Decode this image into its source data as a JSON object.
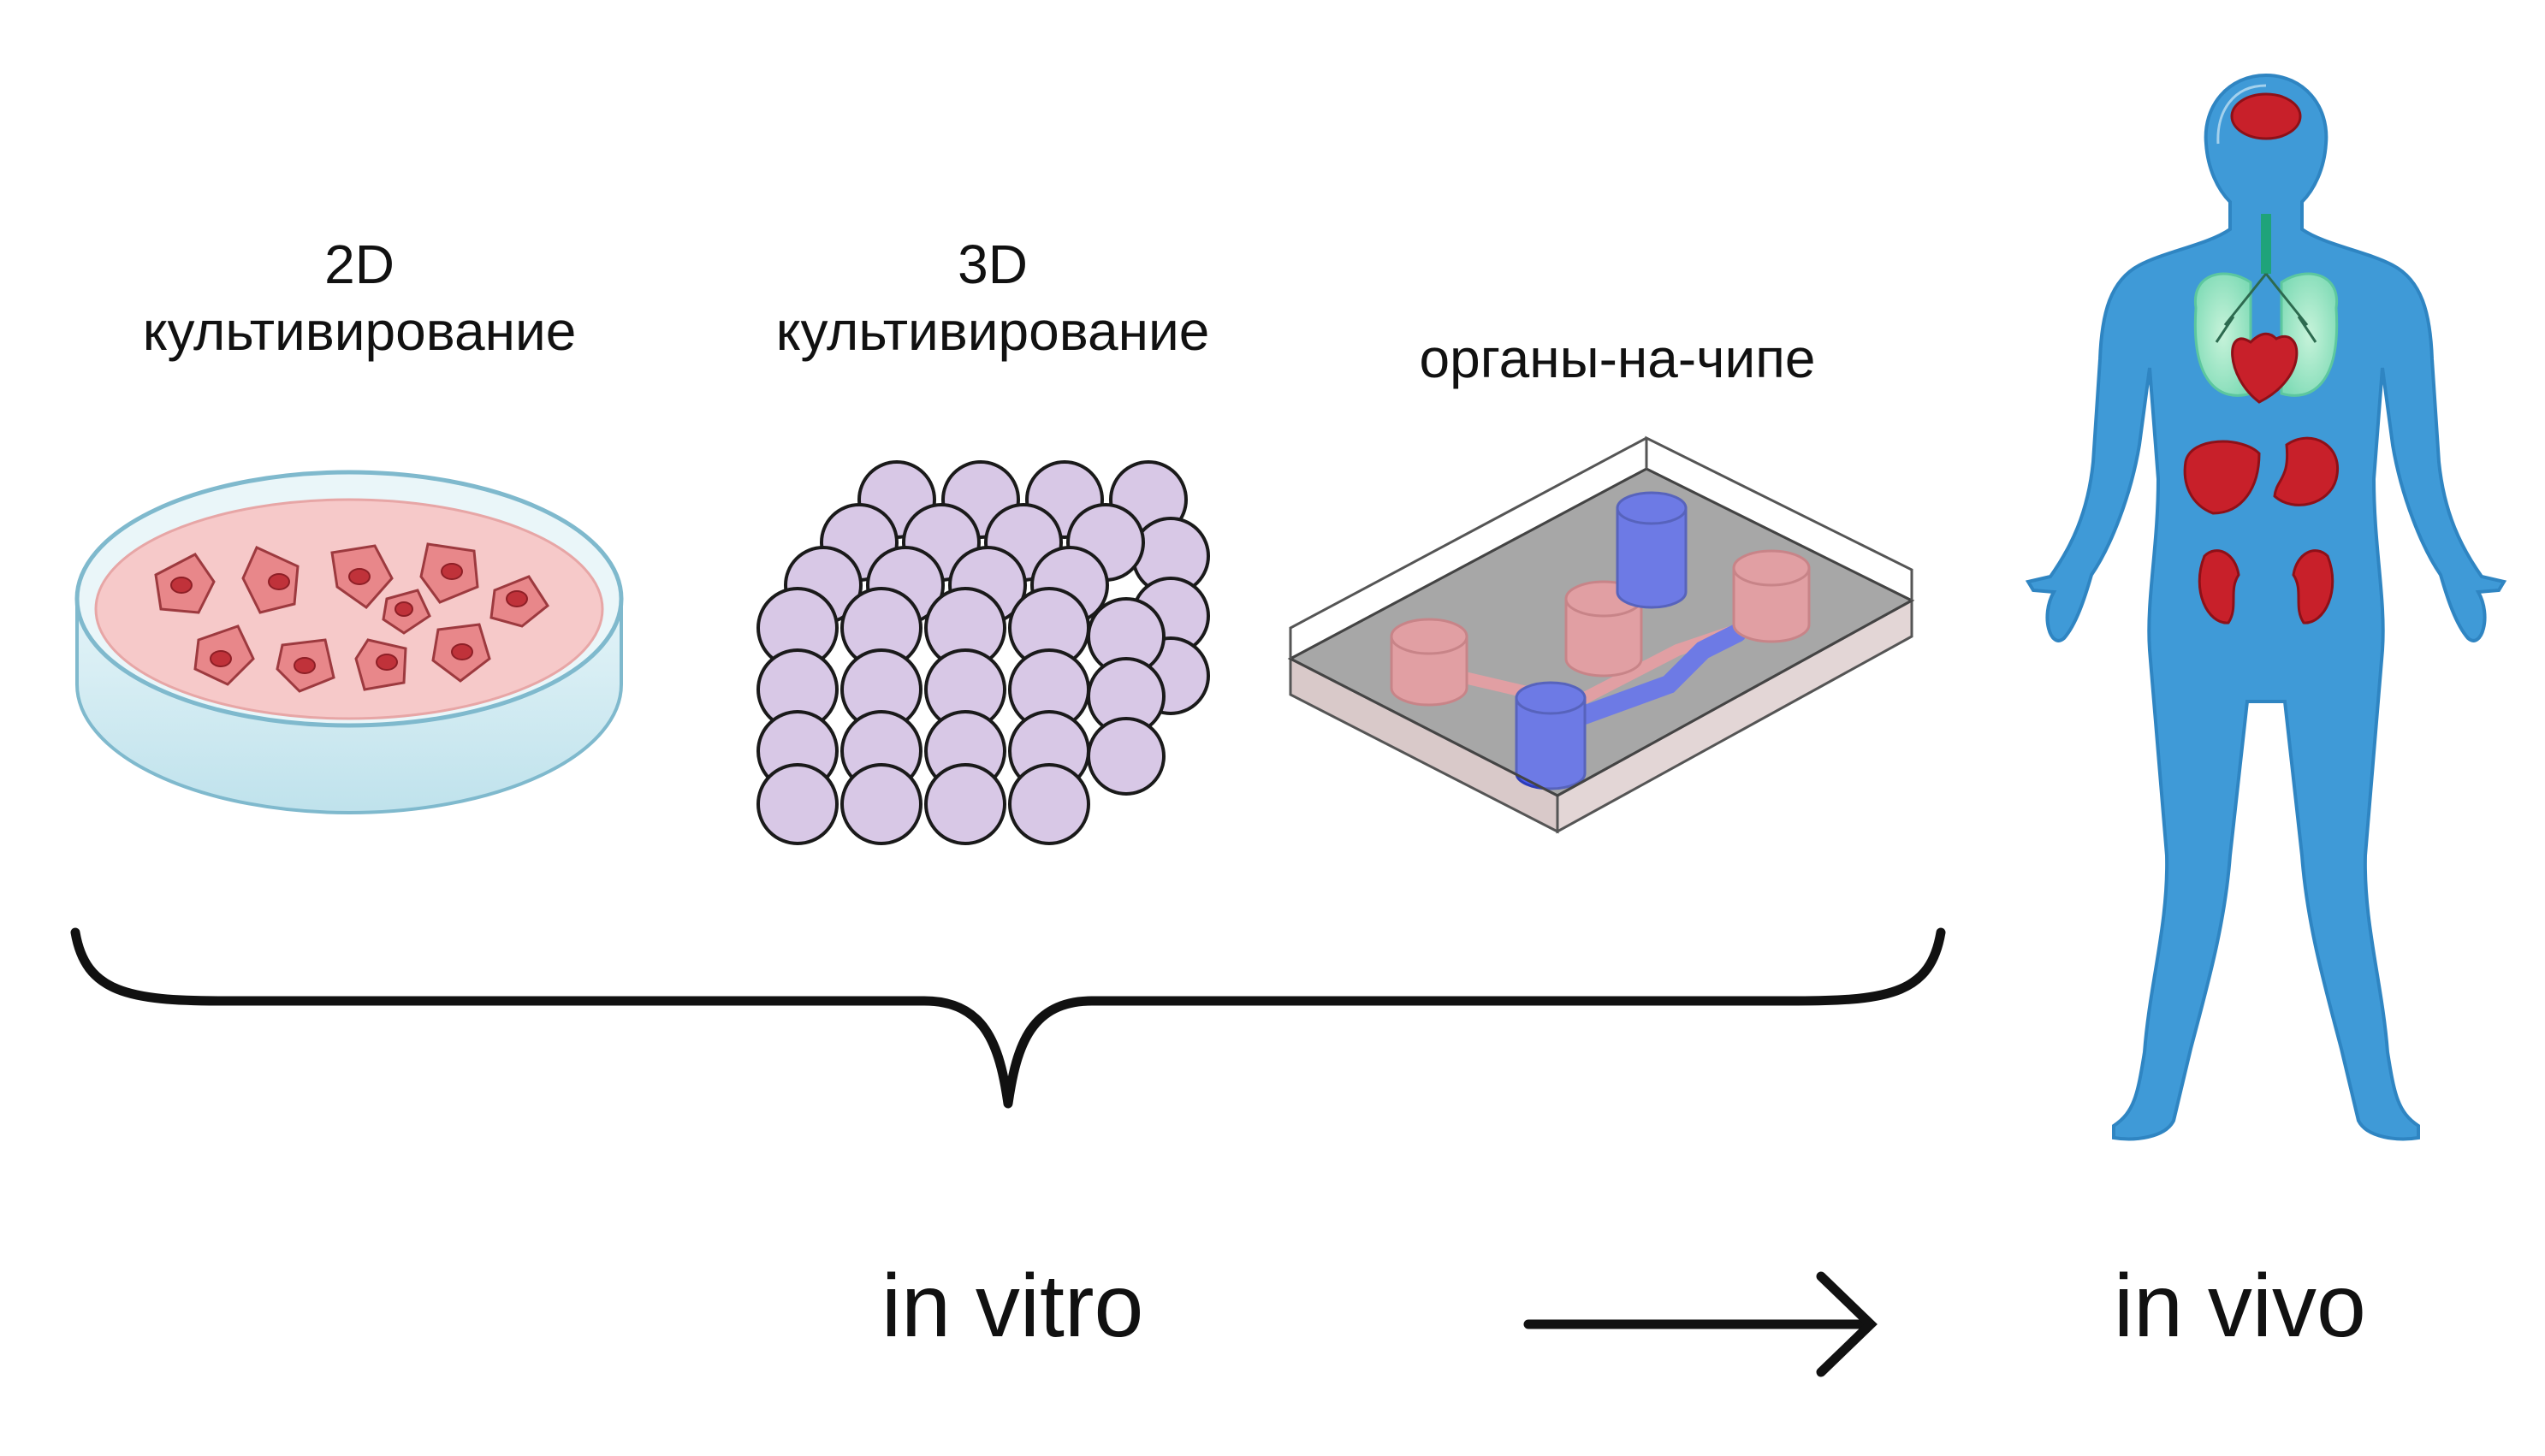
{
  "labels": {
    "culture_2d_line1": "2D",
    "culture_2d_line2": "культивирование",
    "culture_3d_line1": "3D",
    "culture_3d_line2": "культивирование",
    "organ_on_chip": "органы-на-чипе",
    "in_vitro": "in vitro",
    "in_vivo": "in vivo"
  },
  "icons": {
    "petri_dish": "petri-dish-icon",
    "spheroid": "cell-spheroid-icon",
    "chip": "organ-chip-icon",
    "body": "human-body-icon",
    "brace": "curly-brace",
    "arrow": "right-arrow-icon"
  },
  "colors": {
    "dish_medium": "#f6c9c9",
    "cell_fill": "#e8878a",
    "cell_nucleus": "#c0323a",
    "sphere_fill": "#d8c8e6",
    "chip_red": "#ea8f95",
    "chip_blue": "#4a5cf0",
    "body_blue": "#3f9ad7",
    "organ_red": "#c8202a"
  }
}
